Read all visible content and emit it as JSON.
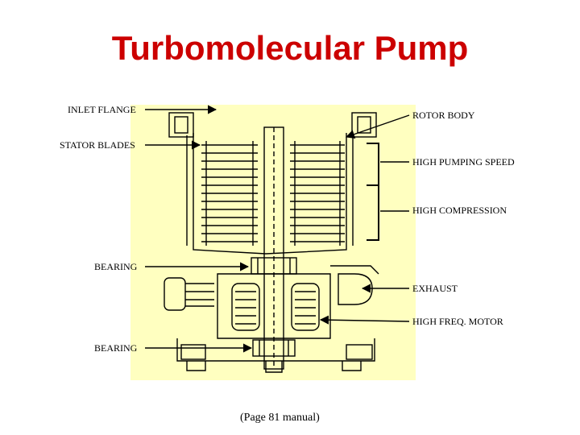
{
  "title": "Turbomolecular Pump",
  "labels": {
    "inlet_flange": "INLET FLANGE",
    "stator_blades": "STATOR BLADES",
    "bearing_upper": "BEARING",
    "bearing_lower": "BEARING",
    "rotor_body": "ROTOR BODY",
    "high_pumping_speed": "HIGH PUMPING SPEED",
    "high_compression": "HIGH COMPRESSION",
    "exhaust": "EXHAUST",
    "high_freq_motor": "HIGH FREQ. MOTOR"
  },
  "caption": "(Page 81 manual)",
  "colors": {
    "title": "#cc0000",
    "diagram_background": "#ffffc0",
    "line": "#000000"
  }
}
